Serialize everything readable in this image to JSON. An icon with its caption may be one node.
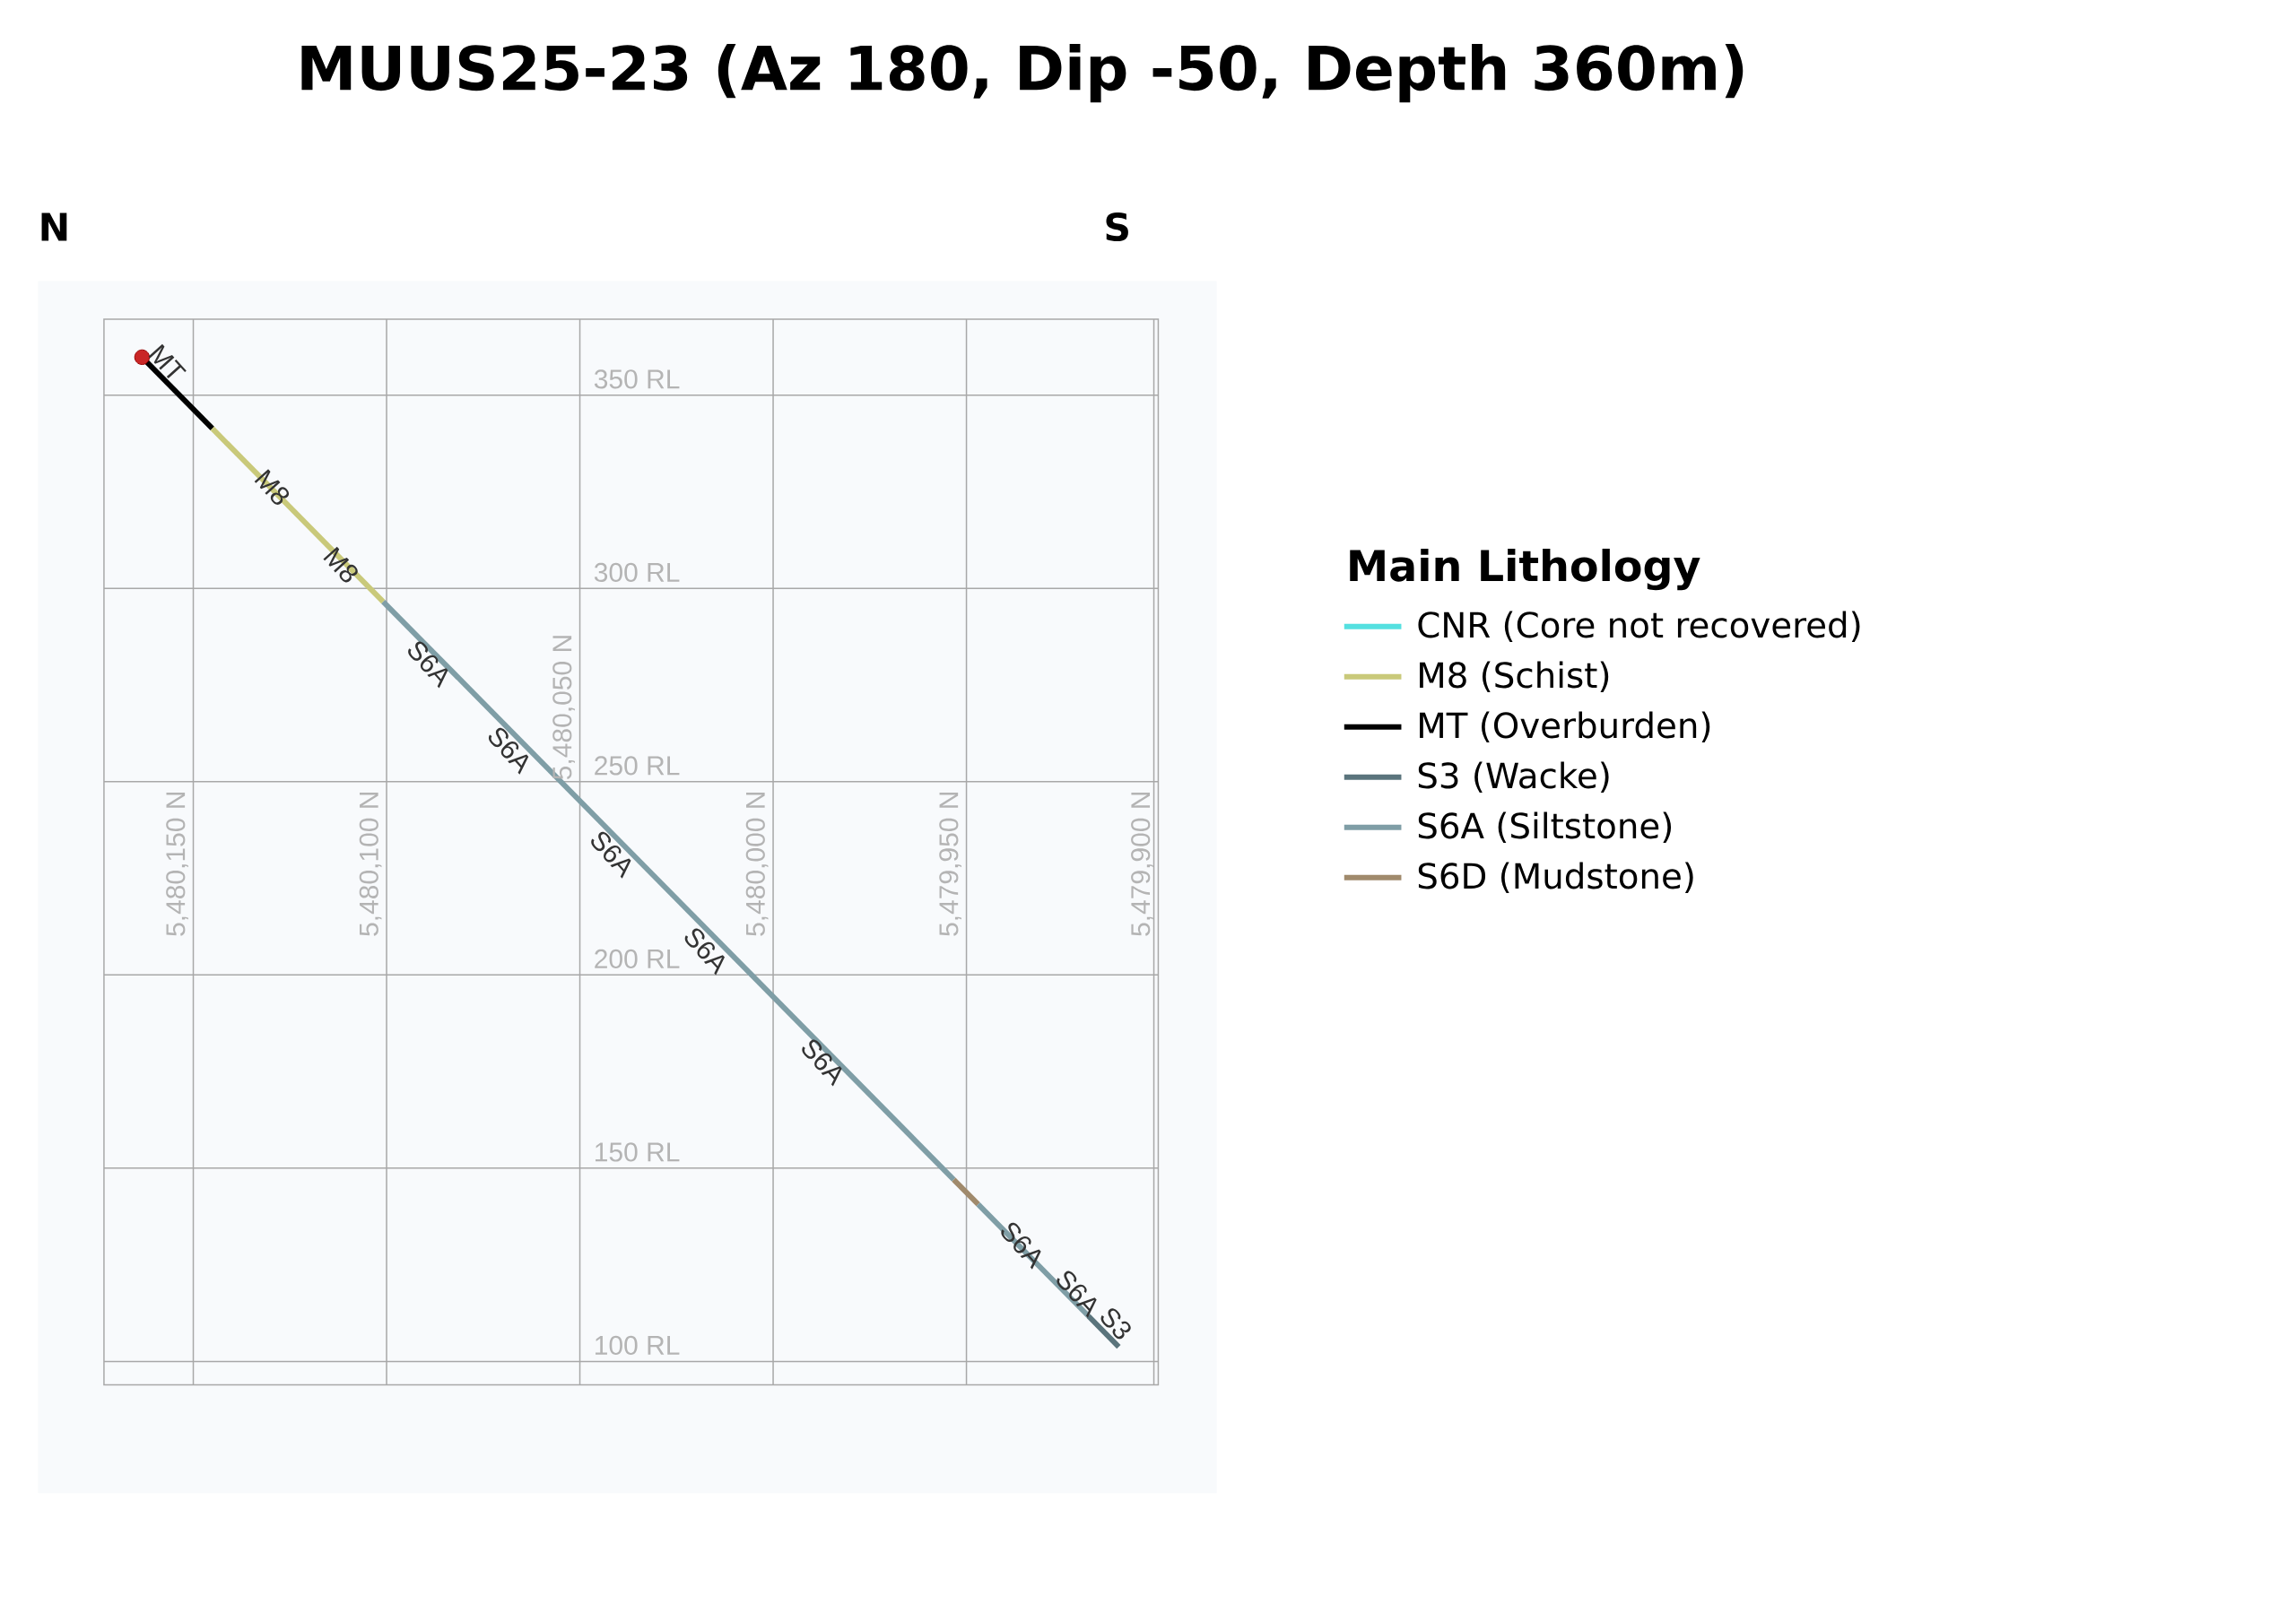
{
  "diagram": {
    "title": "MUUS25-23 (Az 180, Dip -50, Depth 360m)",
    "labels": [
      "N",
      "S",
      "350 RL",
      "300 RL",
      "250 RL",
      "200 RL",
      "150 RL",
      "100 RL",
      "5,480,150 N",
      "5,480,100 N",
      "5,480,050 N",
      "5,480,000 N",
      "5,479,950 N",
      "5,479,900 N",
      "MT",
      "M8",
      "M8",
      "S6A",
      "S6A",
      "S6A",
      "S6A",
      "S6A",
      "S6A",
      "S6A",
      "S3",
      "Main Lithology"
    ],
    "legend": [
      {
        "text": "CNR (Core not recovered)",
        "color": "#55e0e0"
      },
      {
        "text": "M8 (Schist)",
        "color": "#c9c97a"
      },
      {
        "text": "MT (Overburden)",
        "color": "#000000"
      },
      {
        "text": "S3 (Wacke)",
        "color": "#5a747c"
      },
      {
        "text": "S6A (Siltstone)",
        "color": "#7f9ea6"
      },
      {
        "text": "S6D (Mudstone)",
        "color": "#a08a6c"
      }
    ]
  }
}
